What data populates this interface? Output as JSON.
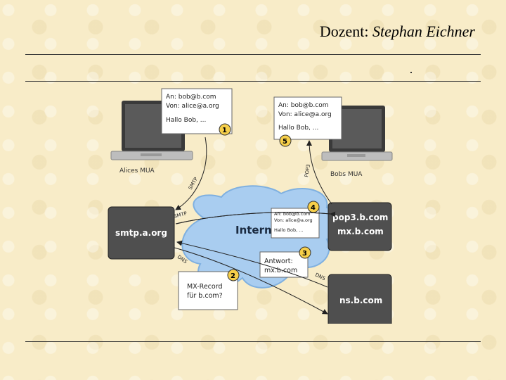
{
  "header": {
    "label": "Dozent:",
    "name": "Stephan Eichner"
  },
  "diagram": {
    "alice_mua": "Alices MUA",
    "bob_mua": "Bobs MUA",
    "cloud_label": "Internet",
    "smtp_server": "smtp.a.org",
    "pop3_server_line1": "pop3.b.com",
    "pop3_server_line2": "mx.b.com",
    "ns_server": "ns.b.com",
    "mail_note_1": {
      "to": "An: bob@b.com",
      "from": "Von: alice@a.org",
      "body": "Hallo Bob, ...",
      "step": "1"
    },
    "mail_note_5": {
      "to": "An: bob@b.com",
      "from": "Von: alice@a.org",
      "body": "Hallo Bob, ...",
      "step": "5"
    },
    "mail_note_4": {
      "to": "An: bob@b.com",
      "from": "Von: alice@a.org",
      "body": "Hallo Bob, ...",
      "step": "4"
    },
    "mx_query": {
      "line1": "MX-Record",
      "line2": "für b.com?",
      "step": "2"
    },
    "dns_answer": {
      "line1": "Antwort:",
      "line2": "mx.b.com",
      "step": "3"
    },
    "arrow_labels": {
      "smtp1": "SMTP",
      "smtp2": "SMTP",
      "dns1": "DNS",
      "dns2": "DNS",
      "pop3": "POP3"
    }
  },
  "colors": {
    "background": "#f8ecc8",
    "cloud": "#a9cdf0",
    "server": "#555555",
    "note_bg": "#ffffff",
    "step_circle": "#f6cf4a"
  }
}
